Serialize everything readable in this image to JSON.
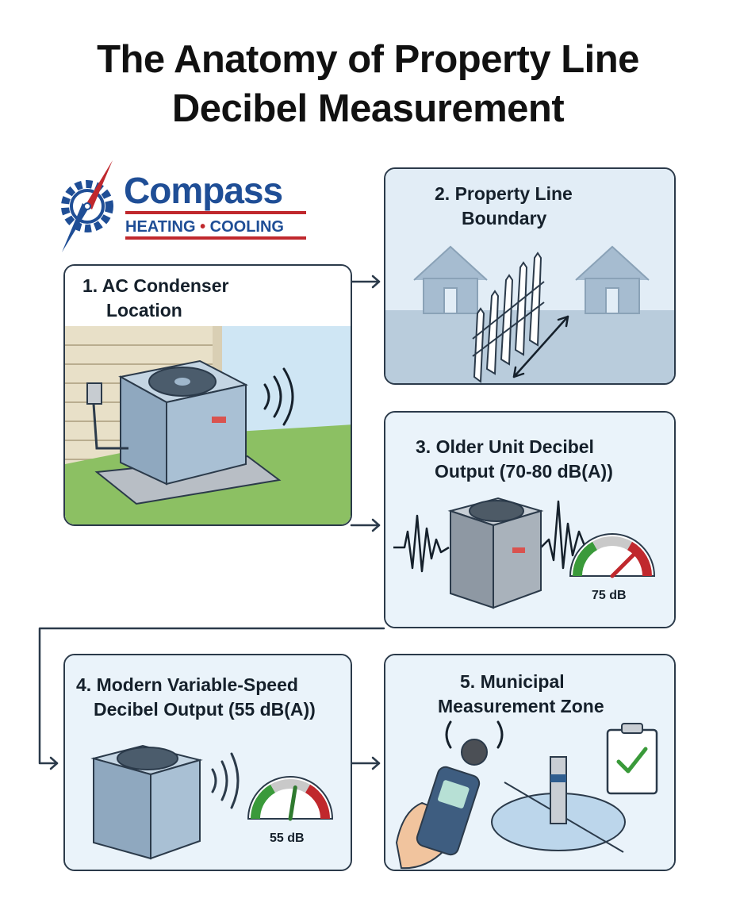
{
  "title": {
    "line1": "The Anatomy of Property Line",
    "line2": "Decibel Measurement"
  },
  "logo": {
    "name": "Compass",
    "tagline_left": "HEATING",
    "tagline_separator": "•",
    "tagline_right": "COOLING"
  },
  "panels": [
    {
      "step": "1. AC Condenser",
      "step_line2": "Location"
    },
    {
      "step": "2. Property Line",
      "step_line2": "Boundary"
    },
    {
      "step": "3. Older Unit Decibel",
      "step_line2": "Output (70-80 dB(A))",
      "gauge_value": "75 dB",
      "gauge_level": 75
    },
    {
      "step": "4. Modern Variable-Speed",
      "step_line2": "Decibel Output (55 dB(A))",
      "gauge_value": "55 dB",
      "gauge_level": 55
    },
    {
      "step": "5. Municipal",
      "step_line2": "Measurement Zone"
    }
  ],
  "colors": {
    "outline": "#2b3a4a",
    "brand_blue": "#1f4e96",
    "brand_red": "#c0282d",
    "panel_bg": "#eaf3fa",
    "grass": "#8cc063",
    "unit": "#9fb7cc"
  }
}
